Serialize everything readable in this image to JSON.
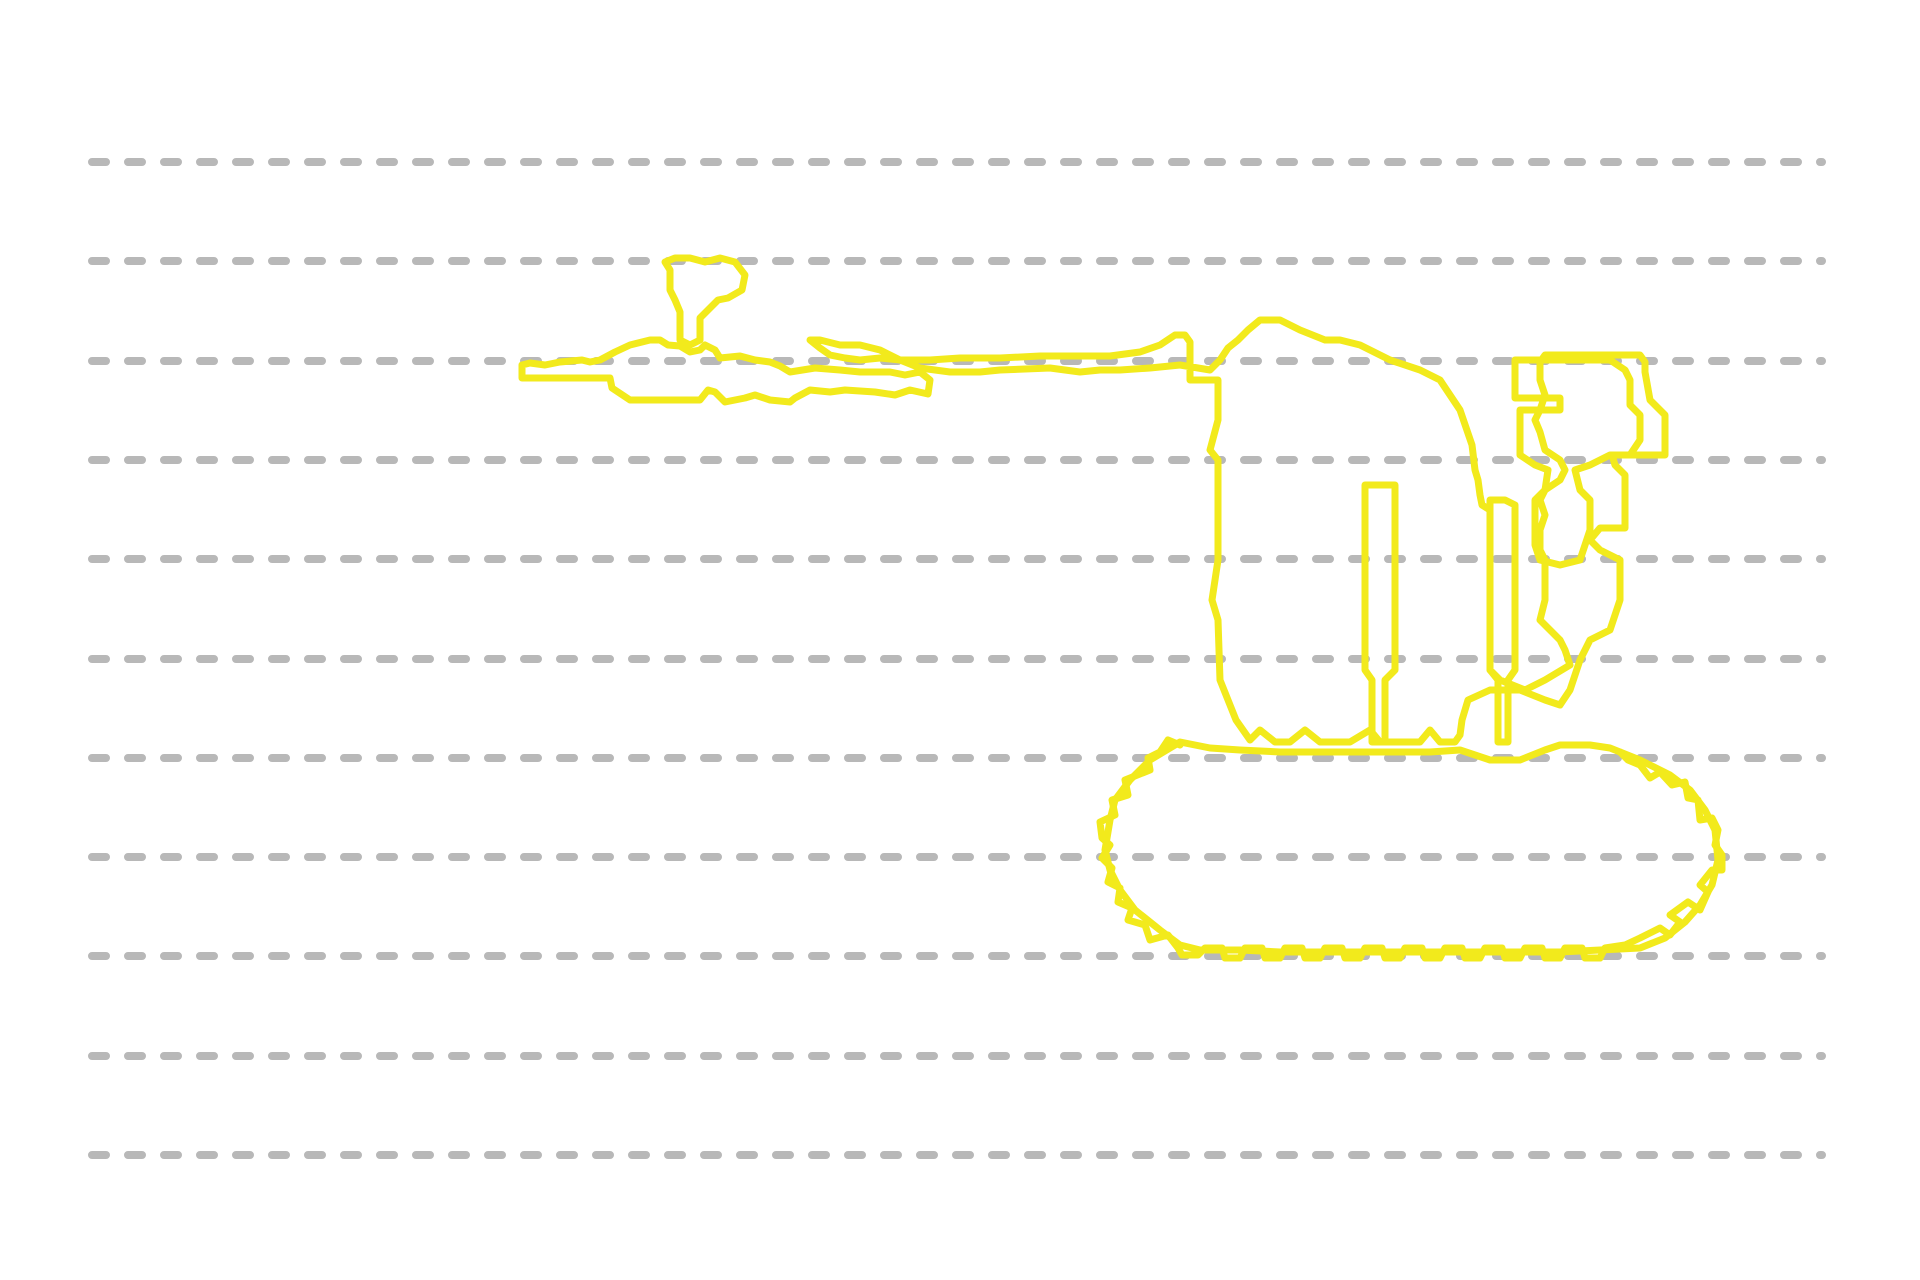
{
  "colors": {
    "background": "#ffffff",
    "grid_line": "#b8b8b8",
    "outline": "#f2ea1c"
  },
  "shapes": [
    "arm-outline",
    "boom-outline",
    "tower-outline",
    "tracked-base-outline"
  ]
}
